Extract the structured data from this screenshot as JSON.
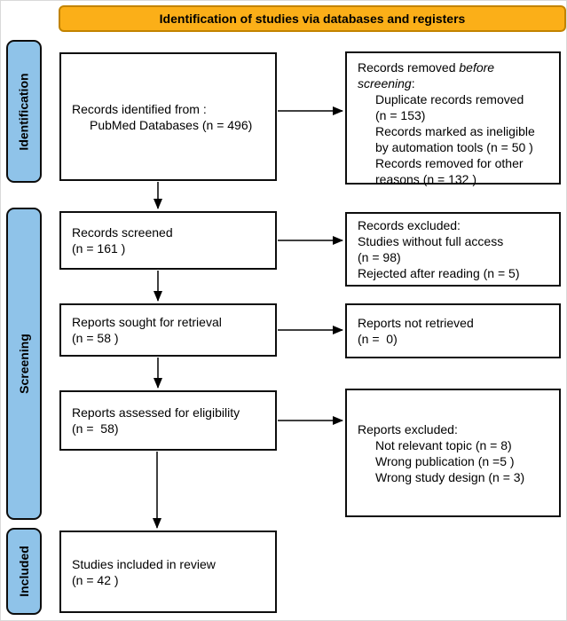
{
  "banner": {
    "label": "Identification of studies via databases and registers"
  },
  "sidebar": {
    "identification": "Identification",
    "screening": "Screening",
    "included": "Included"
  },
  "boxes": {
    "records_identified": {
      "line1": "Records identified from :",
      "line2": "PubMed Databases (n = 496)"
    },
    "records_removed": {
      "head1_prefix": "Records removed ",
      "head1_italic": "before",
      "head2_italic": "screening",
      "head2_suffix": ":",
      "items": [
        "Duplicate records removed",
        "(n = 153)",
        "Records marked as ineligible",
        "by automation tools (n = 50 )",
        "Records removed for other",
        "reasons (n = 132 )"
      ]
    },
    "records_screened": {
      "line1": "Records screened",
      "line2": "(n = 161 )"
    },
    "records_excluded": {
      "line1": "Records excluded:",
      "line2": "Studies without full access",
      "line3": "(n = 98)",
      "line4": "Rejected after reading (n = 5)"
    },
    "reports_sought": {
      "line1": "Reports sought for retrieval",
      "line2": "(n = 58 )"
    },
    "reports_not_retrieved": {
      "line1": "Reports not retrieved",
      "line2": "(n =  0)"
    },
    "reports_assessed": {
      "line1": "Reports assessed for eligibility",
      "line2": "(n =  58)"
    },
    "reports_excluded": {
      "head": "Reports excluded:",
      "items": [
        "Not relevant topic (n = 8)",
        "Wrong publication (n =5 )",
        "Wrong study design (n = 3)"
      ]
    },
    "studies_included": {
      "line1": "Studies included in review",
      "line2": "(n = 42 )"
    }
  },
  "colors": {
    "banner_fill": "#FBAF18",
    "banner_border": "#C28300",
    "stage_fill": "#8FC3E9"
  }
}
